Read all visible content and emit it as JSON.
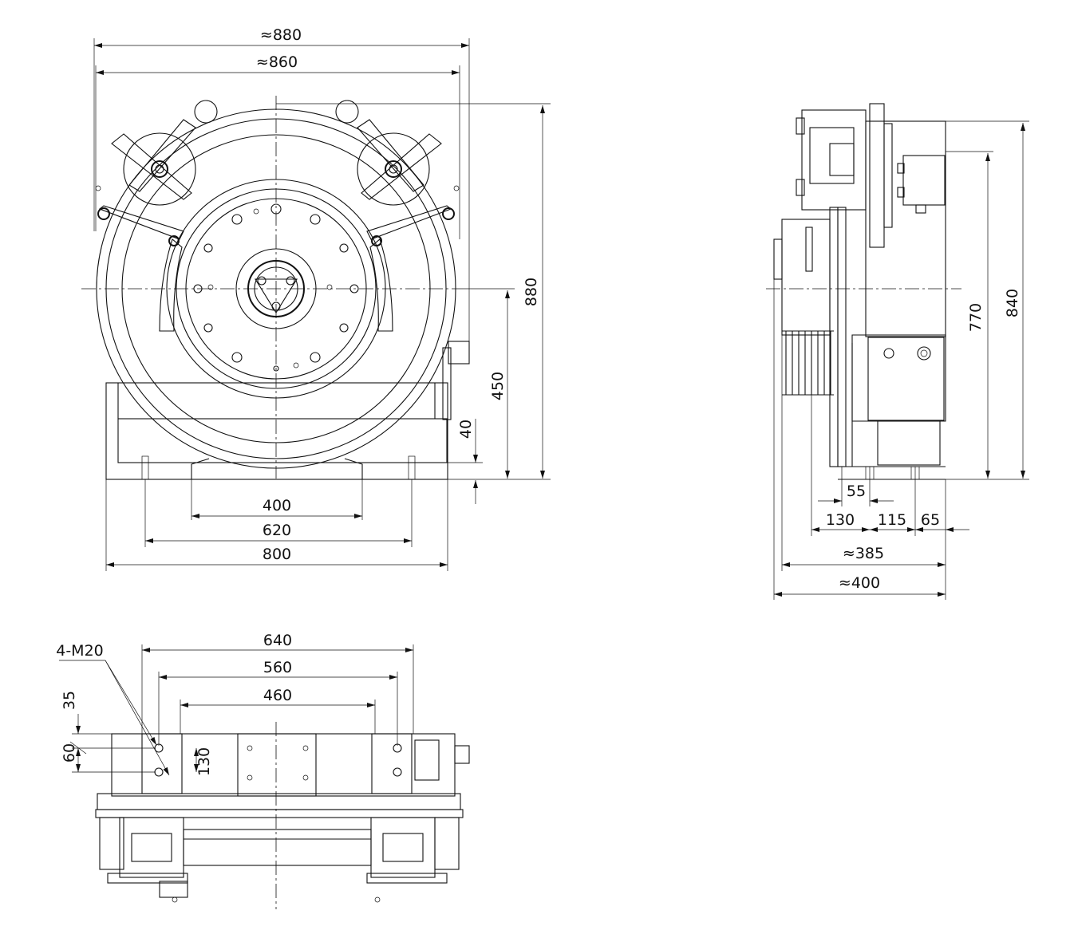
{
  "front_view": {
    "dims": {
      "overall_width": "≈880",
      "drum_width": "≈860",
      "height": "880",
      "axis_height": "450",
      "foot_offset": "40",
      "base_inner": "400",
      "base_holes": "620",
      "base_overall": "800"
    }
  },
  "side_view": {
    "dims": {
      "height_770": "770",
      "height_840": "840",
      "d55": "55",
      "d130": "130",
      "d115": "115",
      "d65": "65",
      "d385": "≈385",
      "d400": "≈400"
    }
  },
  "bottom_view": {
    "dims": {
      "thread_label": "4-M20",
      "d640": "640",
      "d560": "560",
      "d460": "460",
      "d35": "35",
      "d60": "60",
      "d130": "130"
    }
  }
}
